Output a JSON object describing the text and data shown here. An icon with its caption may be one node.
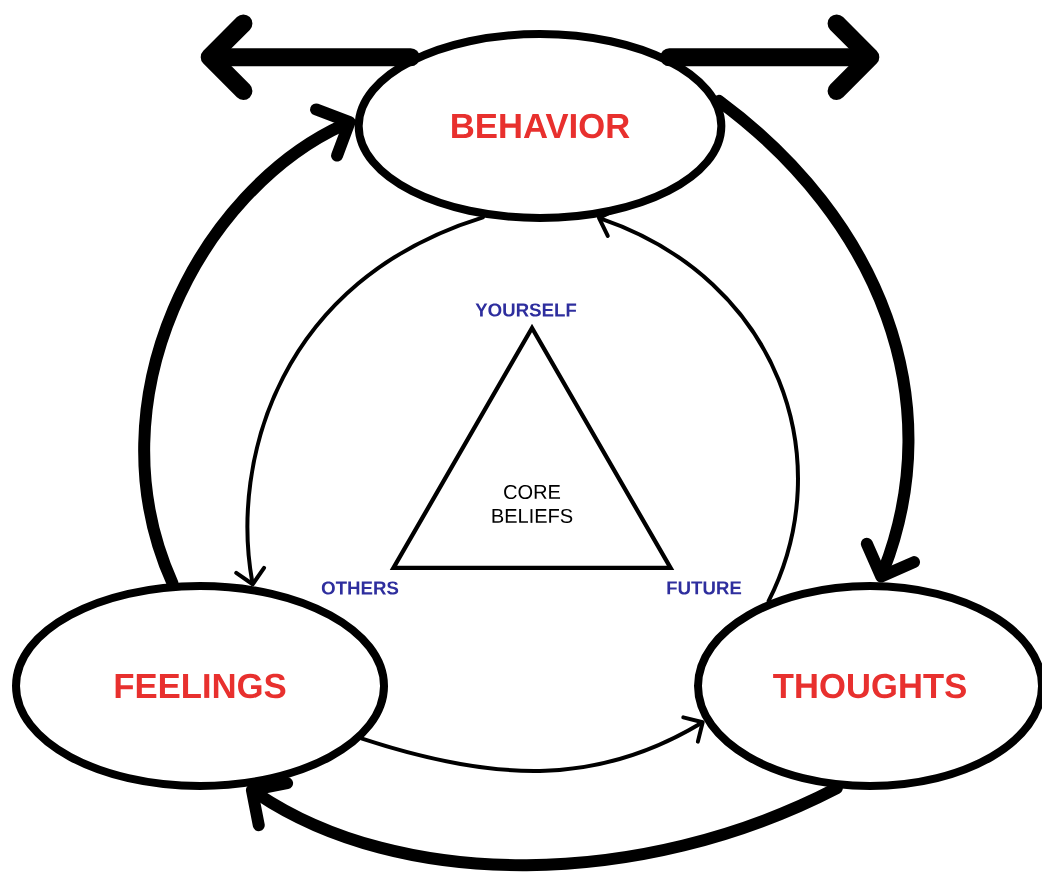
{
  "diagram": {
    "nodes": [
      {
        "text": [
          "BEHAVIOR"
        ]
      },
      {
        "text": [
          "CORE BELIEFS"
        ]
      },
      {
        "text": [
          "FEELINGS"
        ]
      },
      {
        "text": [
          "THOUGHTS"
        ]
      }
    ],
    "edges": [
      {
        "from": 2,
        "to": 0,
        "arrow": "to"
      },
      {
        "from": 0,
        "to": 3,
        "arrow": "to"
      },
      {
        "from": 3,
        "to": 2,
        "arrow": "to"
      },
      {
        "from": 0,
        "to": 2,
        "arrow": "to"
      },
      {
        "from": 2,
        "to": 3,
        "arrow": "to"
      },
      {
        "from": 3,
        "to": 0,
        "arrow": "to"
      },
      {
        "from": 0,
        "to": null,
        "arrow": "to"
      },
      {
        "from": 0,
        "to": null,
        "arrow": "to"
      }
    ],
    "labels": [
      "YOURSELF",
      "OTHERS",
      "FUTURE"
    ]
  }
}
